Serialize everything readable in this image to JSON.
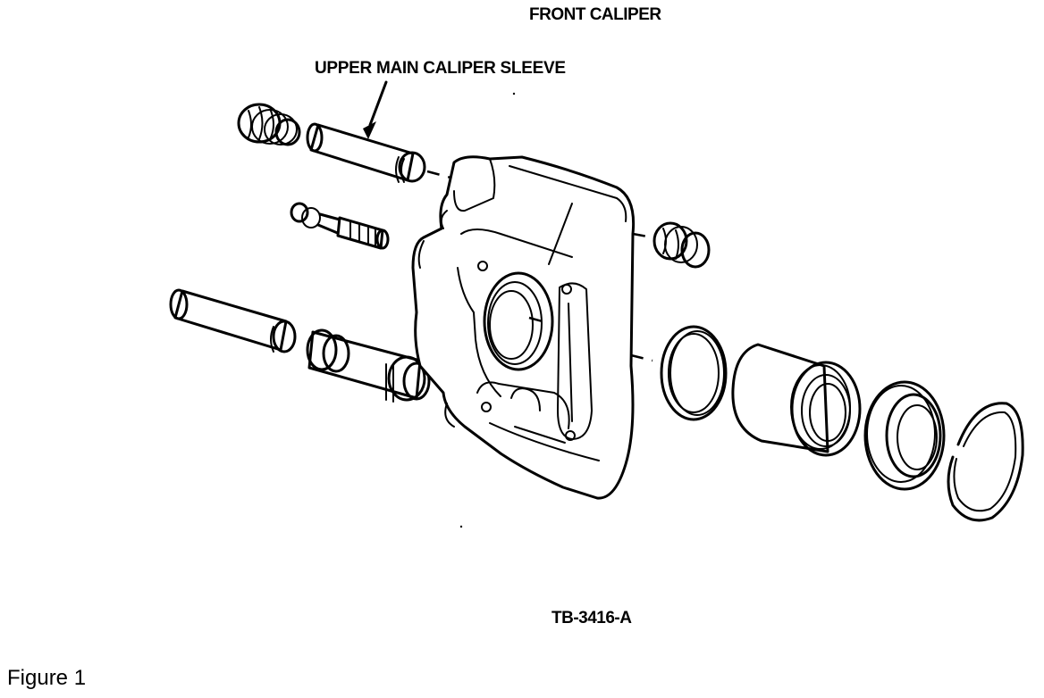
{
  "diagram": {
    "title": "FRONT CALIPER",
    "callout_label": "UPPER MAIN CALIPER SLEEVE",
    "drawing_code": "TB-3416-A",
    "caption": "Figure 1"
  },
  "colors": {
    "ink": "#000000",
    "background": "#ffffff"
  }
}
